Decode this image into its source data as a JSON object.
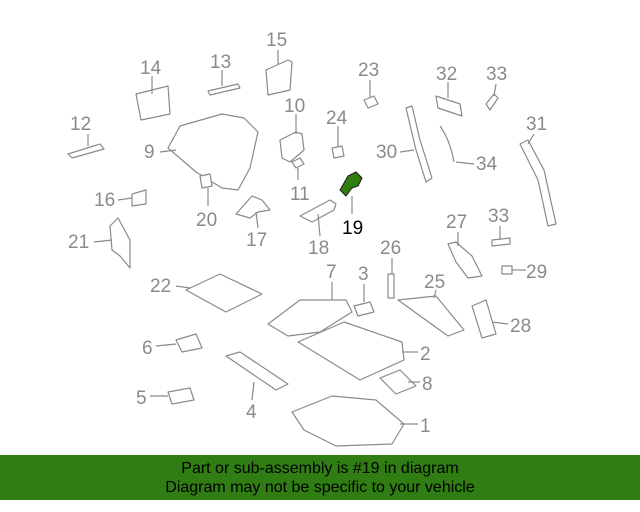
{
  "diagram": {
    "highlight_color": "#2f7d13",
    "callouts": [
      {
        "id": "1",
        "label": "1"
      },
      {
        "id": "2",
        "label": "2"
      },
      {
        "id": "3",
        "label": "3"
      },
      {
        "id": "4",
        "label": "4"
      },
      {
        "id": "5",
        "label": "5"
      },
      {
        "id": "6",
        "label": "6"
      },
      {
        "id": "7",
        "label": "7"
      },
      {
        "id": "8",
        "label": "8"
      },
      {
        "id": "9",
        "label": "9"
      },
      {
        "id": "10",
        "label": "10"
      },
      {
        "id": "11",
        "label": "11"
      },
      {
        "id": "12",
        "label": "12"
      },
      {
        "id": "13",
        "label": "13"
      },
      {
        "id": "14",
        "label": "14"
      },
      {
        "id": "15",
        "label": "15"
      },
      {
        "id": "16",
        "label": "16"
      },
      {
        "id": "17",
        "label": "17"
      },
      {
        "id": "18",
        "label": "18"
      },
      {
        "id": "19",
        "label": "19",
        "highlighted": true
      },
      {
        "id": "20",
        "label": "20"
      },
      {
        "id": "21",
        "label": "21"
      },
      {
        "id": "22",
        "label": "22"
      },
      {
        "id": "23",
        "label": "23"
      },
      {
        "id": "24",
        "label": "24"
      },
      {
        "id": "25",
        "label": "25"
      },
      {
        "id": "26",
        "label": "26"
      },
      {
        "id": "27",
        "label": "27"
      },
      {
        "id": "28",
        "label": "28"
      },
      {
        "id": "29",
        "label": "29"
      },
      {
        "id": "30",
        "label": "30"
      },
      {
        "id": "31",
        "label": "31"
      },
      {
        "id": "32",
        "label": "32"
      },
      {
        "id": "33a",
        "label": "33"
      },
      {
        "id": "33b",
        "label": "33"
      },
      {
        "id": "34",
        "label": "34"
      }
    ]
  },
  "banner": {
    "line1": "Part or sub-assembly is #19 in diagram",
    "line2": "Diagram may not be specific to your vehicle",
    "background": "#2f7d13"
  }
}
